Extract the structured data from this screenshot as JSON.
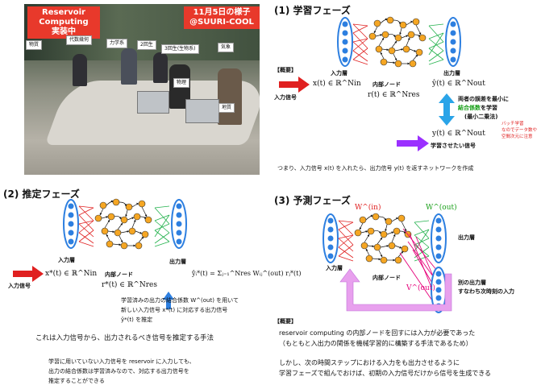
{
  "photo": {
    "banner_left": [
      "Reservoir Computing",
      "実装中"
    ],
    "banner_right": [
      "11月5日の様子",
      "@SUURI-COOL"
    ],
    "tags": {
      "t1": "物質",
      "t2": "代数幾何",
      "t3": "力学系",
      "t4": "2回生",
      "t5": "3回生(生物系)",
      "t6": "気象",
      "t7": "物理",
      "t8": "地質"
    }
  },
  "phase1": {
    "title": "(1) 学習フェーズ",
    "gaiyou": "【概要】",
    "input_signal": "入力信号",
    "input_layer": "入力層",
    "internal_node": "内部ノード",
    "output_layer": "出力層",
    "x_eq": "x(t) ∈ ℝ^Nin",
    "r_eq": "r(t) ∈ ℝ^Nres",
    "yhat_eq": "ŷ(t) ∈ ℝ^Nout",
    "y_eq": "y(t) ∈ ℝ^Nout",
    "explain1": "両者の誤差を最小に",
    "explain2a": "結合係数",
    "explain2b": "を学習",
    "explain3": "(最小二乗法)",
    "batch1": "バッチ学習",
    "batch2": "なのでデータ数や",
    "batch3": "空間次元に注意",
    "learn_signal": "学習させたい信号",
    "summary": "つまり、入力信号 x(t) を入れたら、出力信号 y(t) を返すネットワークを作成"
  },
  "phase2": {
    "title": "(2) 推定フェーズ",
    "input_signal": "入力信号",
    "input_layer": "入力層",
    "internal_node": "内部ノード",
    "output_layer": "出力層",
    "x_eq": "x*(t) ∈ ℝ^Nin",
    "r_eq": "r*(t) ∈ ℝ^Nres",
    "y_eq": "ŷᵢ*(t) = Σⱼ₌₁^Nres Wᵢⱼ^(out) rⱼ*(t)",
    "note1": "学習済みの出力の結合係数 W^(out) を用いて",
    "note2": "新しい入力信号 x*(t) に対応する出力信号",
    "note3": "ŷ*(t) を推定",
    "summary": "これは入力信号から、出力されるべき信号を推定する手法",
    "foot1": "学習に用いていない入力信号を reservoir に入力しても、",
    "foot2": "出力の結合係数は学習済みなので、対応する出力信号を",
    "foot3": "推定することができる"
  },
  "phase3": {
    "title": "(3) 予測フェーズ",
    "w_in": "W^(in)",
    "w_out": "W^(out)",
    "v_out": "V^(out)",
    "output_layer": "出力層",
    "input_layer": "入力層",
    "internal_node": "内部ノード",
    "other_out1": "別の出力層",
    "other_out2": "すなわち次時刻の入力",
    "gaiyou": "【概要】",
    "desc1": "reservoir computing の内部ノードを回すには入力が必要であった",
    "desc2": "（もともと入出力の関係を機械学習的に構築する手法であるため）",
    "desc3": "しかし、次の時間ステップにおける入力をも出力させるように",
    "desc4": "学習フェーズで組んでおけば、初期の入力信号だけから信号を生成できる"
  },
  "colors": {
    "red": "#e02020",
    "green": "#22b14c",
    "blue": "#2d7fe0",
    "orange": "#f5a623",
    "purple": "#9b30ff",
    "pink": "#f07ad8",
    "magenta": "#e6007a"
  }
}
